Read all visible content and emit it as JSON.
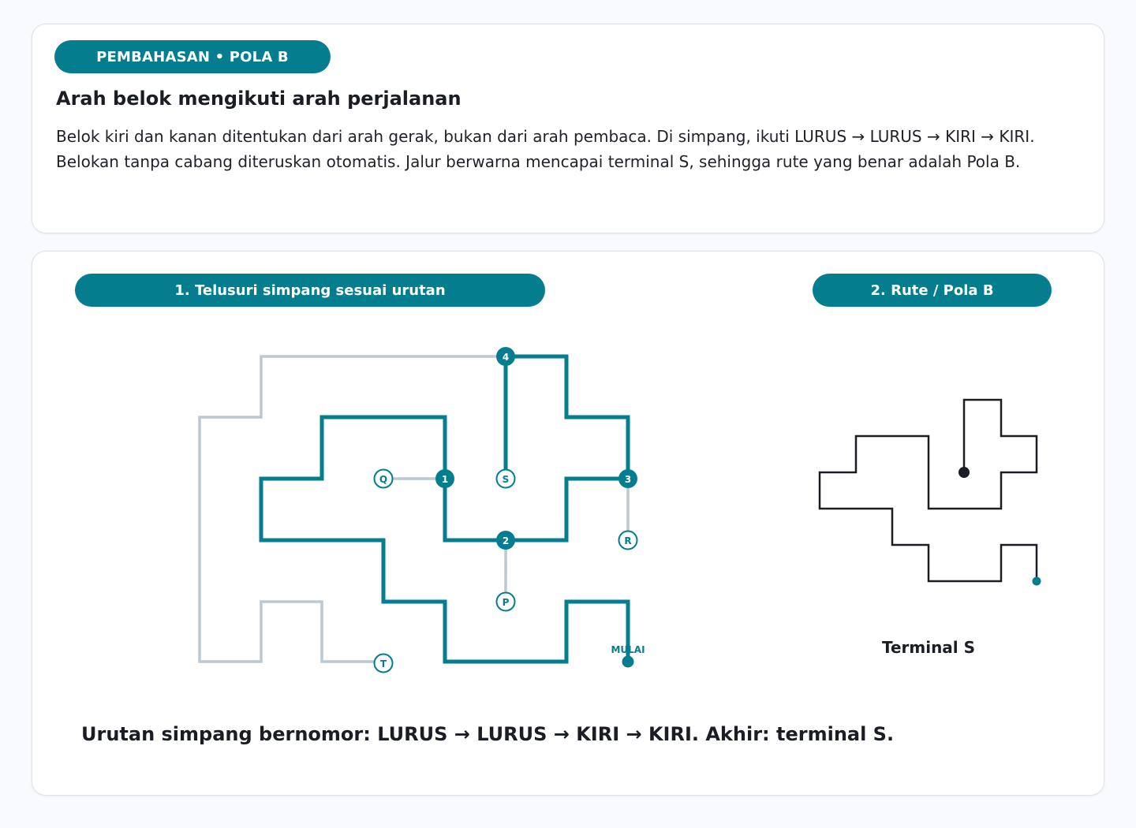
{
  "header": {
    "tag": "PEMBAHASAN • POLA B",
    "title": "Arah belok mengikuti arah perjalanan",
    "description": "Belok kiri dan kanan ditentukan dari arah gerak, bukan dari arah pembaca. Di simpang, ikuti LURUS → LURUS → KIRI → KIRI. Belokan tanpa cabang diteruskan otomatis. Jalur berwarna mencapai terminal S, sehingga rute yang benar adalah Pola B."
  },
  "panel1": {
    "label": "1. Telusuri simpang sesuai urutan",
    "junctions": [
      "1",
      "2",
      "3",
      "4"
    ],
    "terminals": [
      "Q",
      "S",
      "R",
      "P",
      "T"
    ],
    "start_label": "MULAI"
  },
  "panel2": {
    "label": "2. Rute / Pola B",
    "caption": "Terminal S"
  },
  "summary": "Urutan simpang bernomor: LURUS → LURUS → KIRI → KIRI. Akhir: terminal S.",
  "colors": {
    "accent": "#047e8f",
    "inactive_path": "#bcc9d3",
    "route_line": "#1a1d24"
  }
}
